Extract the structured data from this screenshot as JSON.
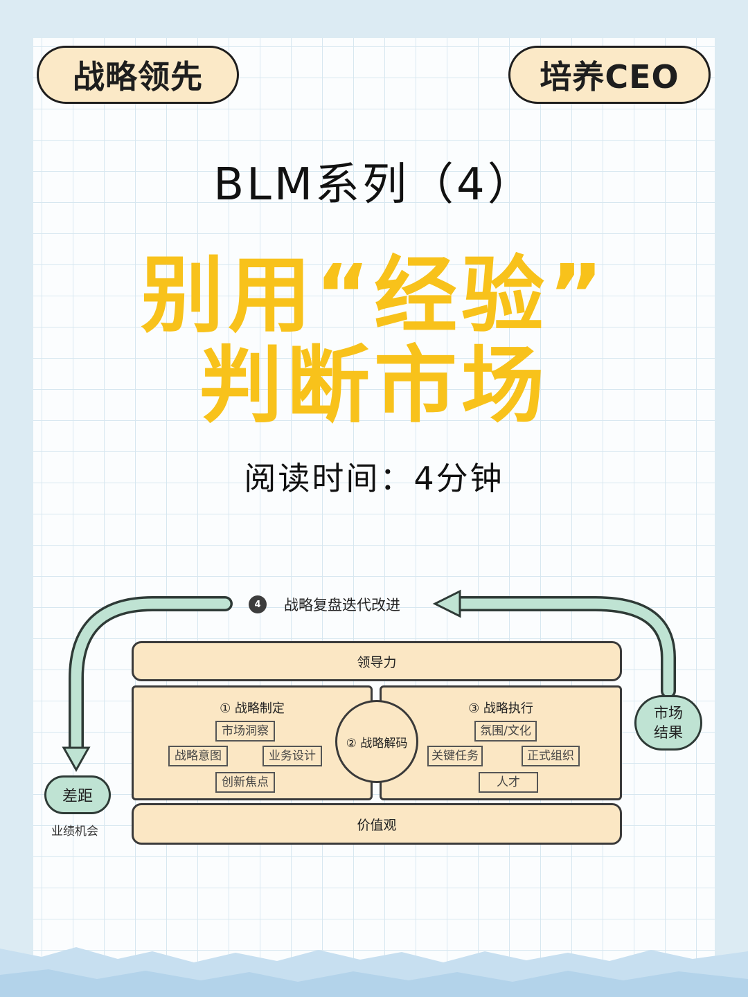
{
  "badges": {
    "left": "战略领先",
    "right": "培养CEO"
  },
  "series_title": "BLM系列（4）",
  "headline": {
    "line1": "别用“经验”",
    "line2": "判断市场"
  },
  "reading_time": "阅读时间：4分钟",
  "diagram": {
    "loop_number": "4",
    "loop_label": "战略复盘迭代改进",
    "leadership": "领导力",
    "values": "价值观",
    "left_panel": {
      "title": "① 战略制定",
      "items": [
        "市场洞察",
        "战略意图",
        "业务设计",
        "创新焦点"
      ]
    },
    "center": "② 战略解码",
    "right_panel": {
      "title": "③ 战略执行",
      "items": [
        "氛围/文化",
        "关键任务",
        "正式组织",
        "人才"
      ]
    },
    "gap_node": "差距",
    "gap_sub": "业绩机会",
    "market_node_line1": "市场",
    "market_node_line2": "结果"
  },
  "colors": {
    "headline": "#f8c21b",
    "badge_fill": "#fbe9c7",
    "panel_fill": "#fbe7c4",
    "arrow_fill": "#bfe3d3",
    "background": "#dcebf3"
  }
}
